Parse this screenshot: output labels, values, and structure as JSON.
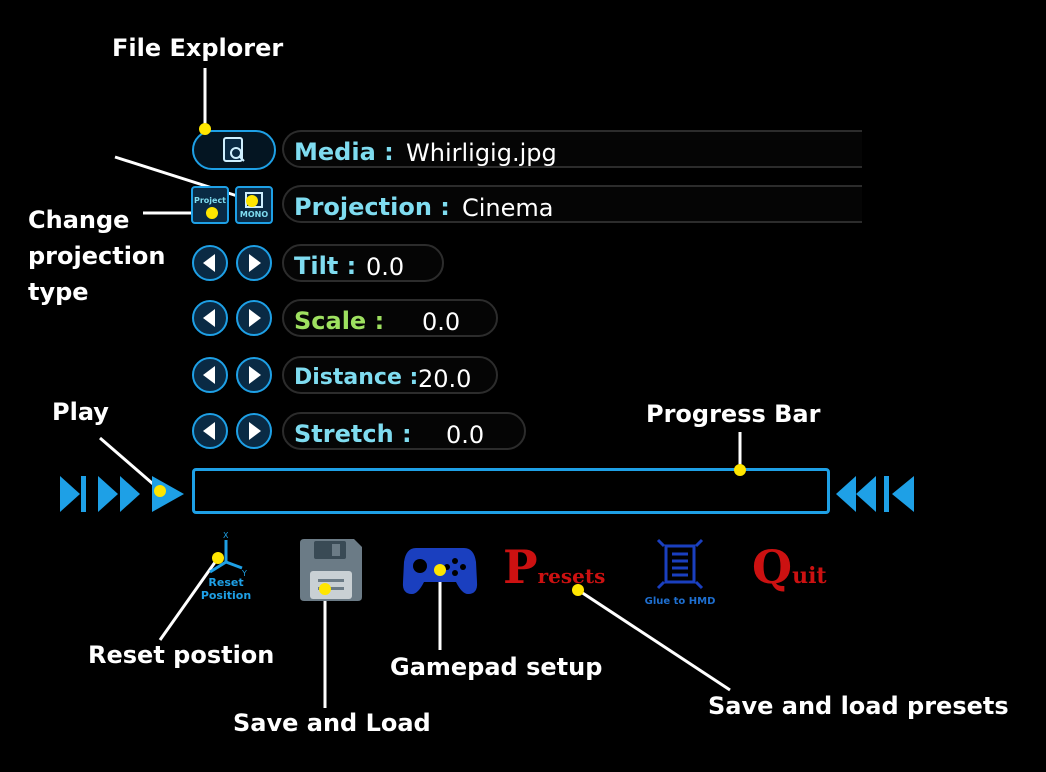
{
  "media": {
    "label": "Media :",
    "value": "Whirligig.jpg"
  },
  "projection": {
    "label": "Projection :",
    "value": "Cinema",
    "project_btn": "Project",
    "mono_btn": "MONO"
  },
  "tilt": {
    "label": "Tilt :",
    "value": "0.0"
  },
  "scale": {
    "label": "Scale :",
    "value": "0.0"
  },
  "distance": {
    "label": "Distance :",
    "value": "20.0"
  },
  "stretch": {
    "label": "Stretch :",
    "value": "0.0"
  },
  "toolbar": {
    "reset_label_1": "Reset",
    "reset_label_2": "Position",
    "axis_x": "X",
    "axis_y": "Y",
    "presets_big": "P",
    "presets_rest": "resets",
    "glue_label": "Glue to HMD",
    "quit_big": "Q",
    "quit_rest": "uit"
  },
  "annotations": {
    "file_explorer": "File Explorer",
    "change_projection_1": "Change",
    "change_projection_2": "projection",
    "change_projection_3": "type",
    "play": "Play",
    "progress_bar": "Progress Bar",
    "reset_position": "Reset postion",
    "save_and_load": "Save and Load",
    "gamepad_setup": "Gamepad setup",
    "save_load_presets": "Save and load presets"
  },
  "colors": {
    "accent": "#1ea0e6",
    "label": "#7fdcf0",
    "scale_label": "#9ee060",
    "quit": "#cc1111",
    "annotation_dot": "#ffe600"
  }
}
